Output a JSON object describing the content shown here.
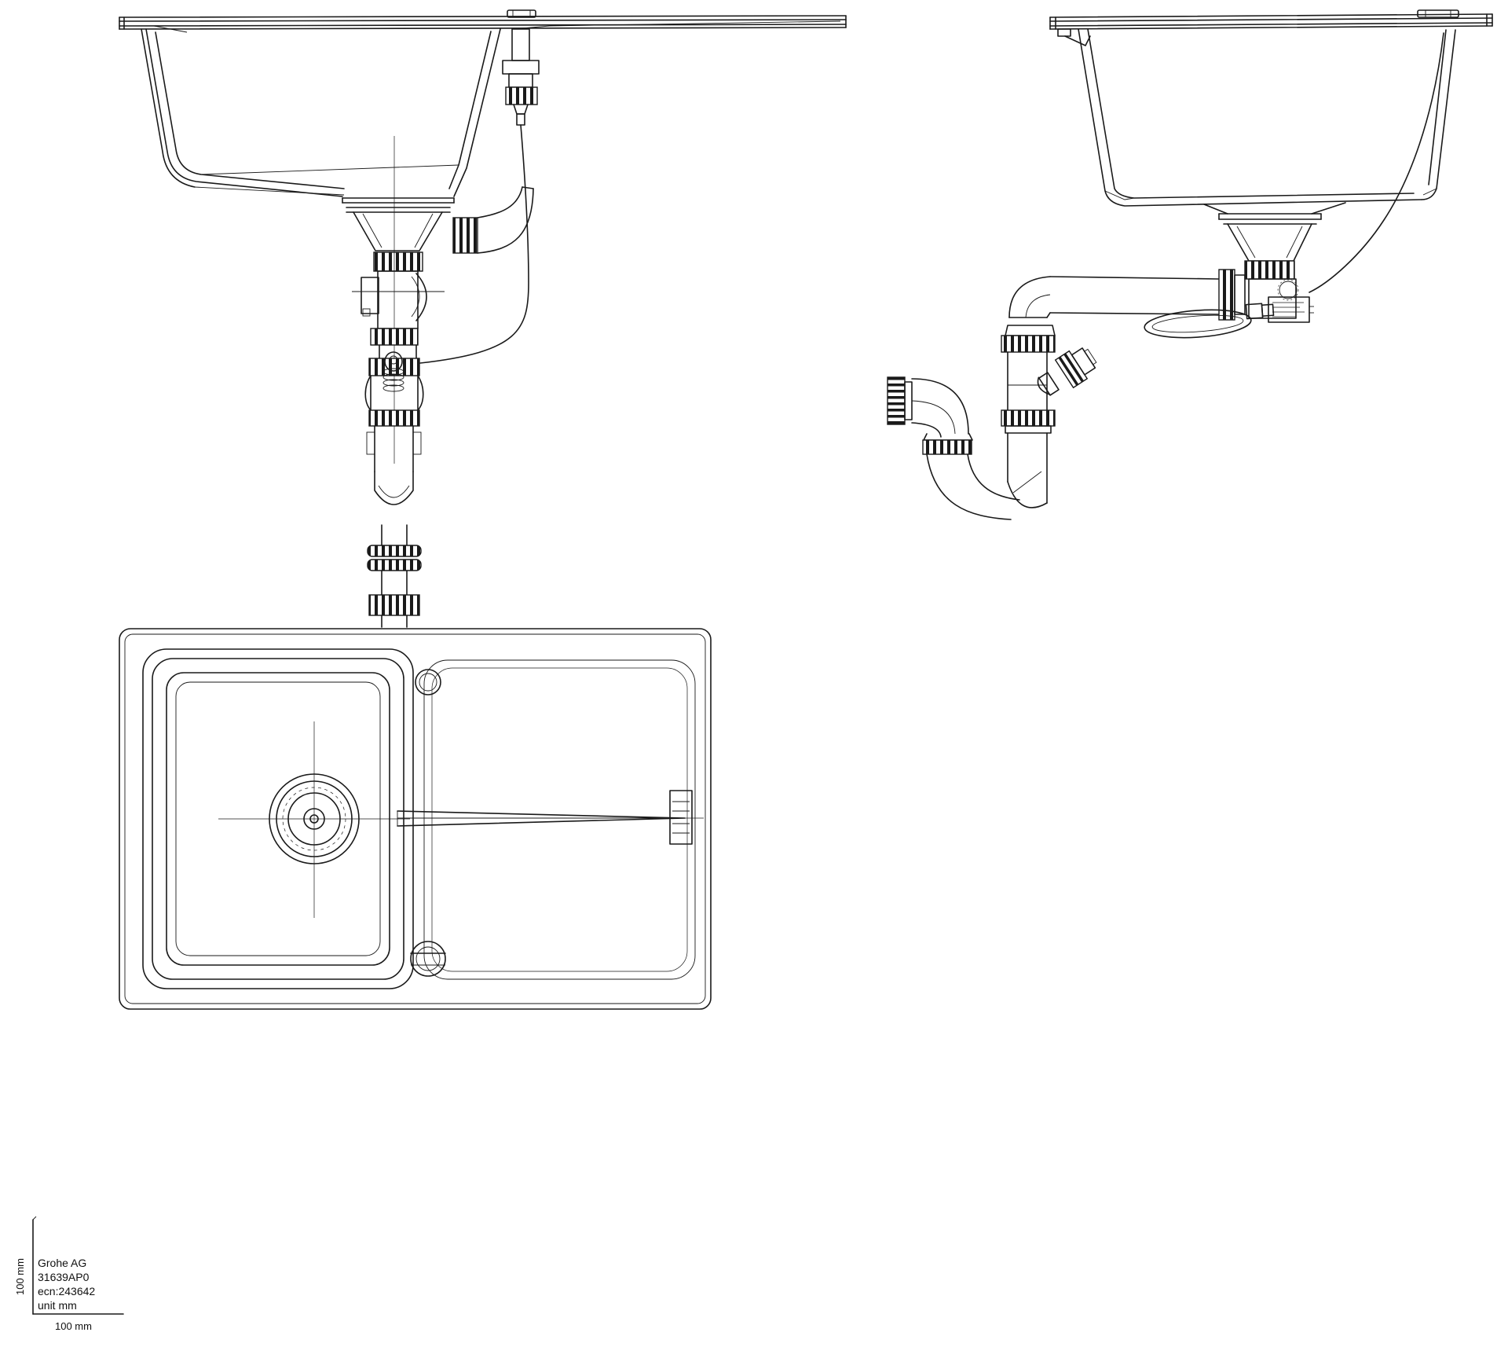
{
  "document": {
    "kind": "technical installation drawing",
    "subject": "kitchen sink with basket strainer waste, bottle trap and drain piping"
  },
  "title_block": {
    "manufacturer": "Grohe AG",
    "model": "31639AP0",
    "ecn": "ecn:243642",
    "unit": "unit mm"
  },
  "scale_ruler": {
    "x_label": "100 mm",
    "y_label": "100 mm"
  },
  "colors": {
    "line": "#1a1a1a",
    "background": "#ffffff"
  }
}
